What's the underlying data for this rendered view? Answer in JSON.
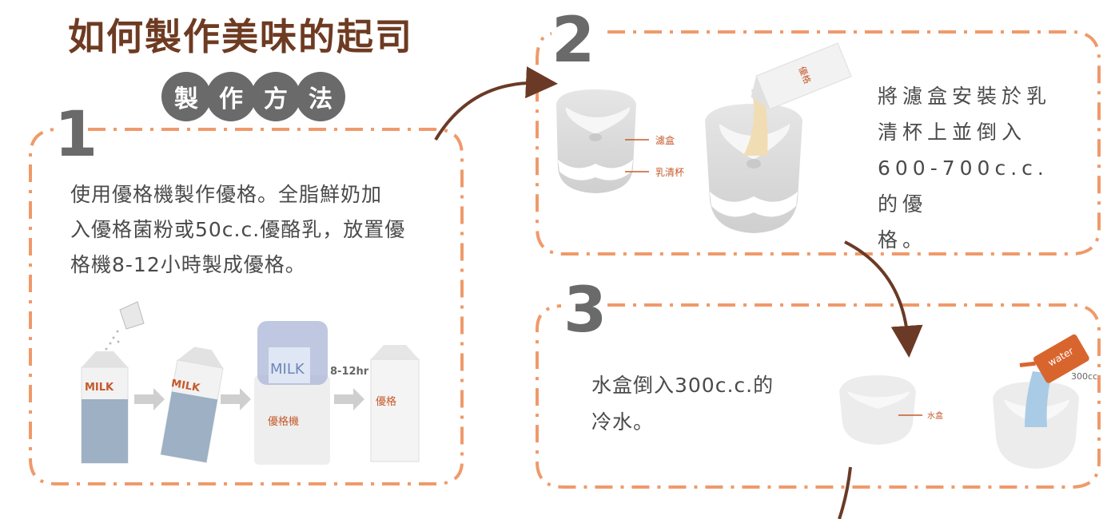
{
  "title": "如何製作美味的起司",
  "subtitle": [
    "製",
    "作",
    "方",
    "法"
  ],
  "steps": [
    {
      "number": "1",
      "text": "使用優格機製作優格。全脂鮮奶加入優格菌粉或50c.c.優酪乳，放置優格機8-12小時製成優格。",
      "lines": [
        "使用優格機製作優格。全脂鮮奶加",
        "入優格菌粉或50c.c.優酪乳，放置優",
        "格機8-12小時製成優格。"
      ],
      "carton_label_1": "MILK",
      "carton_label_2": "MILK",
      "machine_label": "MILK",
      "machine_name": "優格機",
      "time_label": "8-12hr",
      "result_label": "優格"
    },
    {
      "number": "2",
      "lines": [
        "將濾盒安裝於乳",
        "清杯上並倒入",
        "600-700c.c.的優",
        "格。"
      ],
      "label_filter": "濾盒",
      "label_cup": "乳清杯",
      "pour_label": "優格"
    },
    {
      "number": "3",
      "lines": [
        "水盒倒入300c.c.的",
        "冷水。"
      ],
      "label_box": "水盒",
      "kettle_label": "water",
      "amount_label": "300cc"
    }
  ],
  "colors": {
    "title": "#6e3b22",
    "dash": "#ef9a6b",
    "arrow": "#6b3a26",
    "step_number": "#6a6a6a",
    "label": "#c55a2c",
    "milk_blue": "#9db0c4"
  }
}
